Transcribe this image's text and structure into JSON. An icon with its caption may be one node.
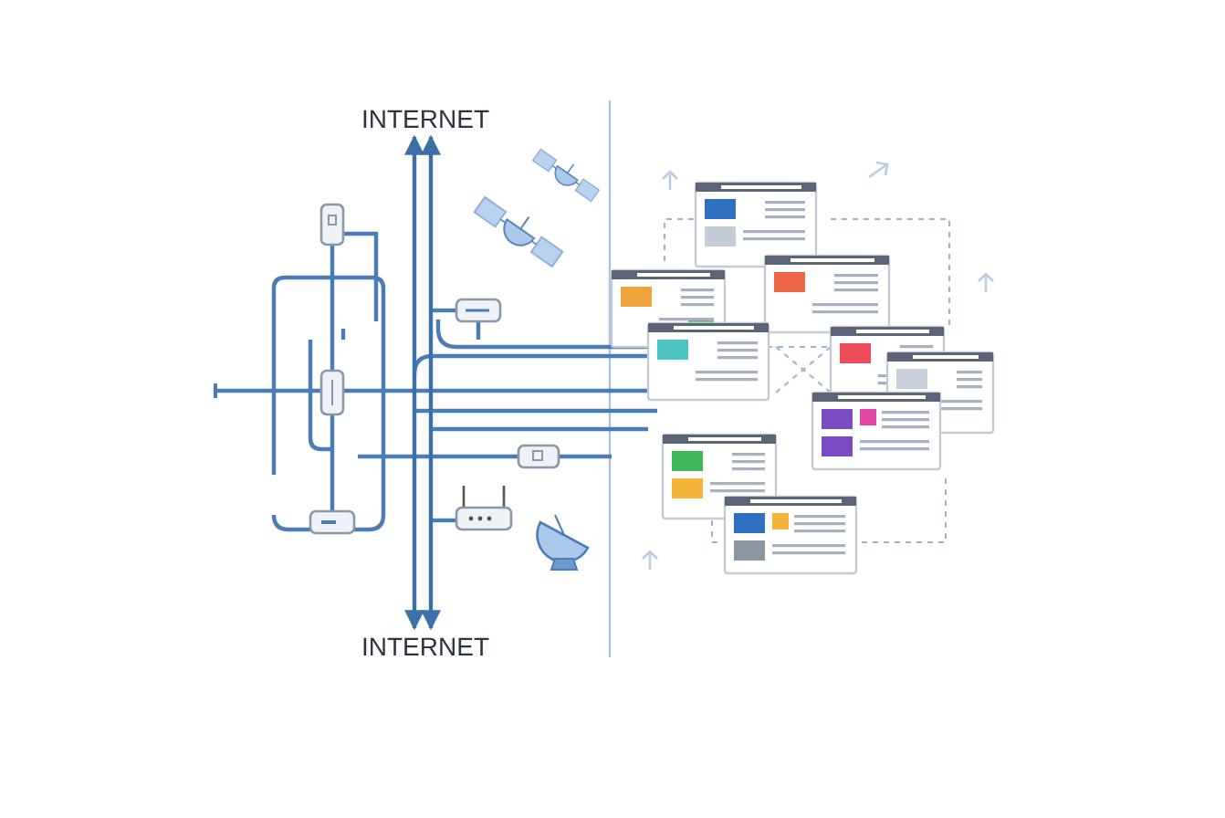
{
  "diagram": {
    "nodes": [
      {
        "text": [
          "INTERNET"
        ]
      },
      {
        "text": [
          "INTERNET"
        ]
      }
    ],
    "edges": [
      {
        "from": 0,
        "to": 1,
        "arrow": "both"
      },
      {
        "from": 0,
        "to": 1,
        "arrow": "both"
      }
    ]
  }
}
